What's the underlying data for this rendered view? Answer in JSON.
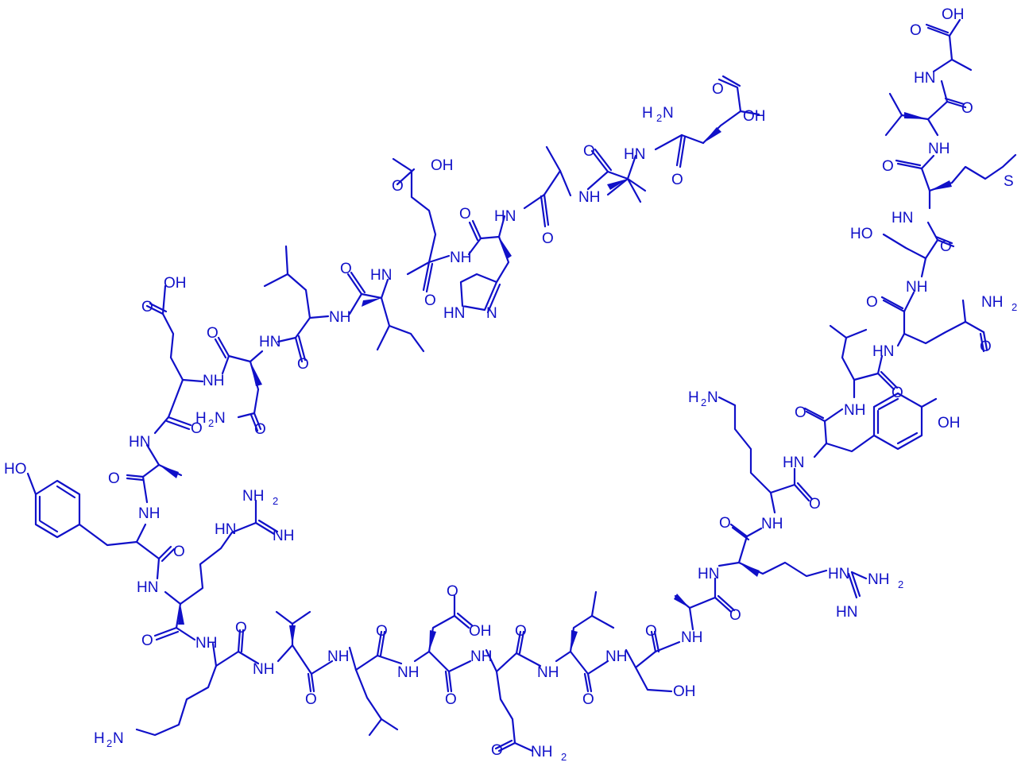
{
  "colors": {
    "ink": "#1010c8",
    "background": "#ffffff"
  },
  "labels": {
    "oh": "OH",
    "o": "O",
    "nh": "NH",
    "hn": "HN",
    "h2n": "H",
    "nh2": "NH",
    "two": "2",
    "n": "N",
    "s": "S",
    "ho": "HO"
  }
}
